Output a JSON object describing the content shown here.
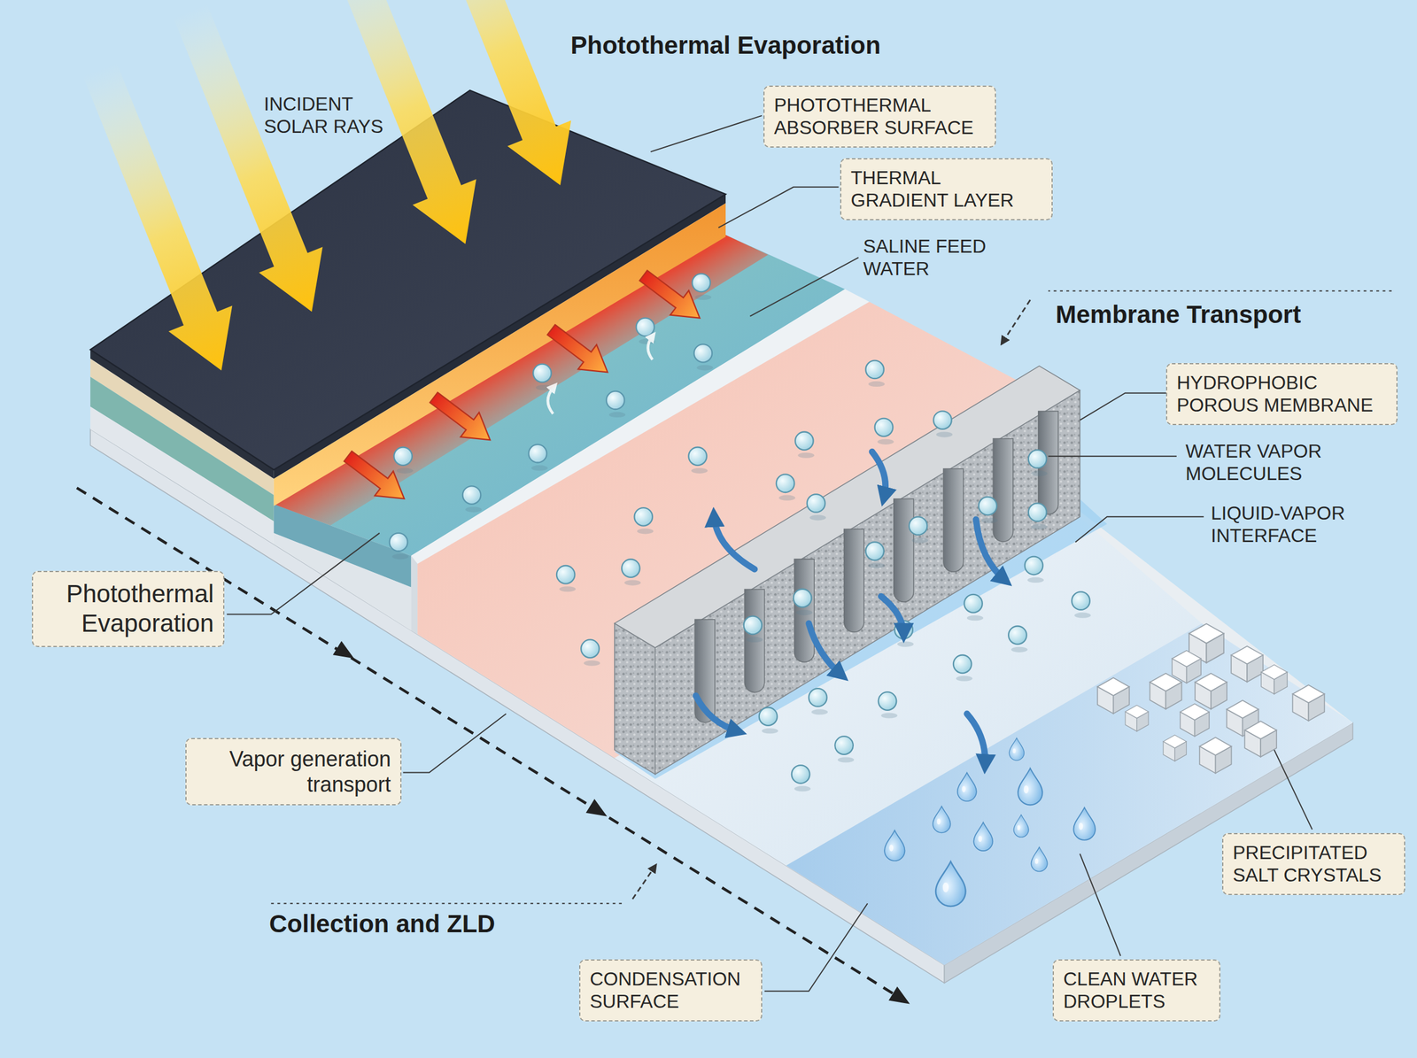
{
  "diagram": {
    "title": "Photothermal Evaporation",
    "nodes": [
      {
        "text": [
          "PHOTOTHERMAL ABSORBER SURFACE"
        ]
      },
      {
        "text": [
          "THERMAL GRADIENT LAYER"
        ]
      },
      {
        "text": [
          "HYDROPHOBIC POROUS MEMBRANE"
        ]
      },
      {
        "text": [
          "Photothermal Evaporation"
        ]
      },
      {
        "text": [
          "Vapor generation transport"
        ]
      },
      {
        "text": [
          "PRECIPITATED SALT CRYSTALS"
        ]
      },
      {
        "text": [
          "CONDENSATION SURFACE"
        ]
      },
      {
        "text": [
          "CLEAN WATER DROPLETS"
        ]
      }
    ],
    "labels": [
      "INCIDENT SOLAR RAYS",
      "SALINE FEED WATER",
      "Membrane Transport",
      "WATER VAPOR MOLECULES",
      "LIQUID-VAPOR INTERFACE",
      "Collection and ZLD"
    ]
  }
}
